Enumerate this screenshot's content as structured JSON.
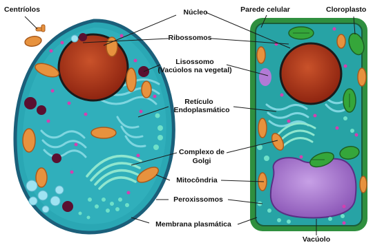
{
  "labels": {
    "centriolos": "Centríolos",
    "nucleo": "Núcleo",
    "parede": "Parede celular",
    "cloroplasto": "Cloroplasto",
    "ribossomos": "Ribossomos",
    "lisossomo_1": "Lisossomo",
    "lisossomo_2": "(Vacúolos na vegetal)",
    "reticulo_1": "Retículo",
    "reticulo_2": "Endoplasmático",
    "golgi_1": "Complexo de",
    "golgi_2": "Golgi",
    "mitocondria": "Mitocôndria",
    "peroxissomos": "Peroxissomos",
    "membrana": "Membrana plasmática",
    "vacuolo": "Vacúolo"
  },
  "colors": {
    "animal_border": "#1b5f7a",
    "animal_fill": "#2aa7b4",
    "plant_wall": "#2f8f3f",
    "plant_fill": "#27a3a5",
    "nucleus": "#b33a1a",
    "mitochondria": "#e7923e",
    "chloroplast": "#35a63a",
    "vacuole": "#9b67c8",
    "lysosome": "#5a1030",
    "peroxisome": "#6fe0c9"
  }
}
